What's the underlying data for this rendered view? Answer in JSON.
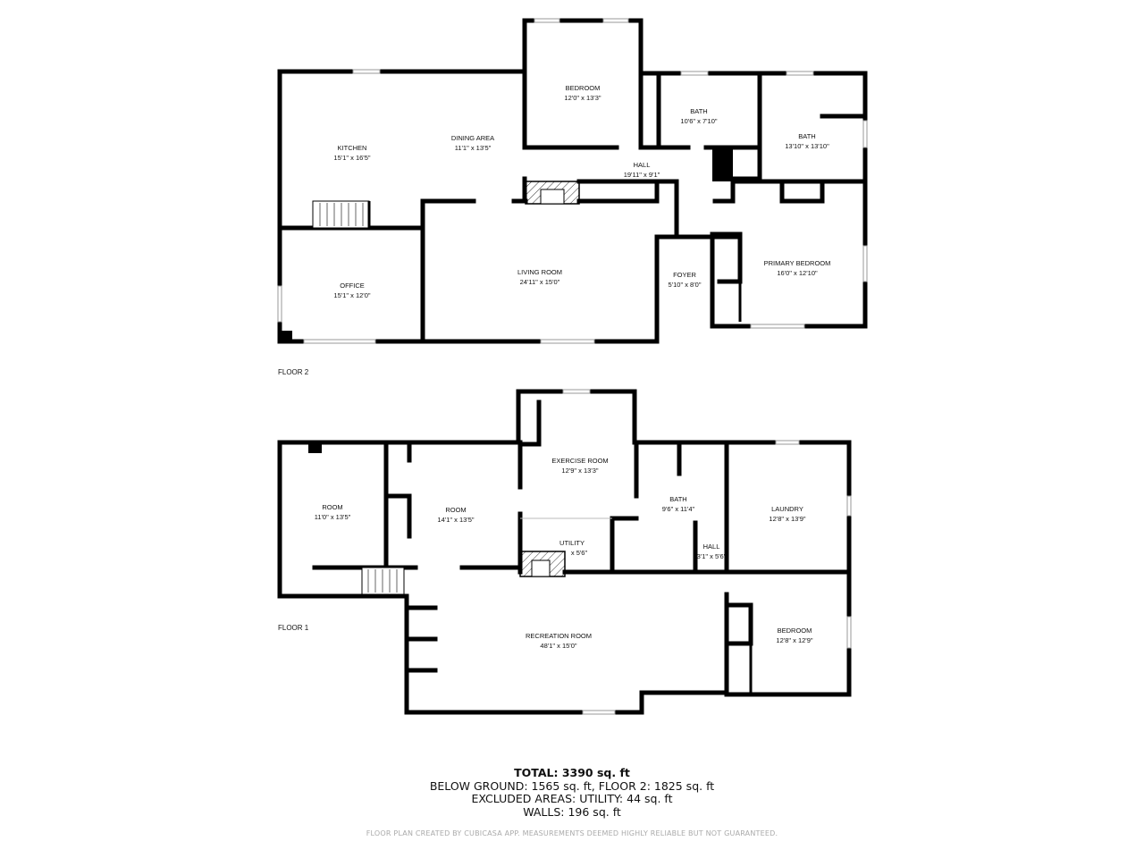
{
  "floors": {
    "floor2": {
      "label": "FLOOR 2",
      "rooms": [
        {
          "name": "KITCHEN",
          "size": "15'1\" x 16'5\""
        },
        {
          "name": "DINING AREA",
          "size": "11'1\" x 13'5\""
        },
        {
          "name": "BEDROOM",
          "size": "12'0\" x 13'3\""
        },
        {
          "name": "BATH",
          "size": "10'6\" x 7'10\""
        },
        {
          "name": "BATH",
          "size": "13'10\" x 13'10\""
        },
        {
          "name": "HALL",
          "size": "19'11\" x 9'1\""
        },
        {
          "name": "OFFICE",
          "size": "15'1\" x 12'0\""
        },
        {
          "name": "LIVING ROOM",
          "size": "24'11\" x 15'0\""
        },
        {
          "name": "FOYER",
          "size": "5'10\" x 8'0\""
        },
        {
          "name": "PRIMARY BEDROOM",
          "size": "16'0\" x 12'10\""
        }
      ]
    },
    "floor1": {
      "label": "FLOOR 1",
      "rooms": [
        {
          "name": "ROOM",
          "size": "11'0\" x 13'5\""
        },
        {
          "name": "ROOM",
          "size": "14'1\" x 13'5\""
        },
        {
          "name": "EXERCISE ROOM",
          "size": "12'9\" x 13'3\""
        },
        {
          "name": "BATH",
          "size": "9'6\" x 11'4\""
        },
        {
          "name": "LAUNDRY",
          "size": "12'8\" x 13'9\""
        },
        {
          "name": "UTILITY",
          "size": "x 5'6\""
        },
        {
          "name": "HALL",
          "size": "3'1\" x 5'6\""
        },
        {
          "name": "RECREATION ROOM",
          "size": "48'1\" x 15'0\""
        },
        {
          "name": "BEDROOM",
          "size": "12'8\" x 12'9\""
        }
      ]
    }
  },
  "summary": {
    "total": "TOTAL: 3390 sq. ft",
    "breakdown": "BELOW GROUND: 1565 sq. ft, FLOOR 2: 1825 sq. ft",
    "excluded": "EXCLUDED AREAS: UTILITY: 44 sq. ft",
    "walls": "WALLS: 196 sq. ft"
  },
  "credit": "FLOOR PLAN CREATED BY CUBICASA APP. MEASUREMENTS DEEMED HIGHLY RELIABLE BUT NOT GUARANTEED."
}
